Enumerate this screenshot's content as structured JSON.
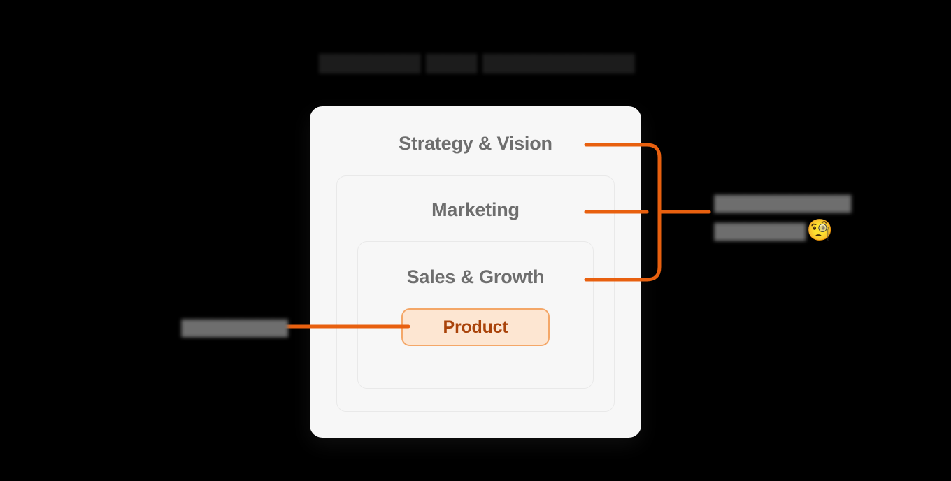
{
  "page": {
    "background_color": "#000000",
    "title": "▆▆▆▆▆▆ ▆▆▆ ▆▆▆▆▆▆▆▆▆",
    "title_color": "#1c1c1c",
    "title_redacted": true
  },
  "colors": {
    "accent_orange": "#e8600f",
    "pill_fill": "#fde6d2",
    "pill_border": "#f4a768",
    "pill_text": "#a9430a",
    "label_gray": "#6e6e6e",
    "card_fill": "#f7f7f7",
    "box_border": "#e9e9e9"
  },
  "diagram": {
    "type": "nested-boxes",
    "levels": [
      {
        "id": "strategy",
        "label": "Strategy & Vision",
        "depth": 0
      },
      {
        "id": "marketing",
        "label": "Marketing",
        "depth": 1
      },
      {
        "id": "sales",
        "label": "Sales & Growth",
        "depth": 2
      },
      {
        "id": "product",
        "label": "Product",
        "depth": 3,
        "highlighted": true
      }
    ]
  },
  "callouts": {
    "right": {
      "line1": "▆▆▆▆▆▆▆▆▆",
      "line2": "▆▆▆▆▆▆",
      "emoji": "🧐",
      "emoji_name": "face-with-monocle",
      "targets": [
        "strategy",
        "marketing",
        "sales"
      ],
      "redacted": true
    },
    "left": {
      "line1": "▆▆▆▆▆▆▆",
      "targets": [
        "product"
      ],
      "redacted": true
    }
  }
}
